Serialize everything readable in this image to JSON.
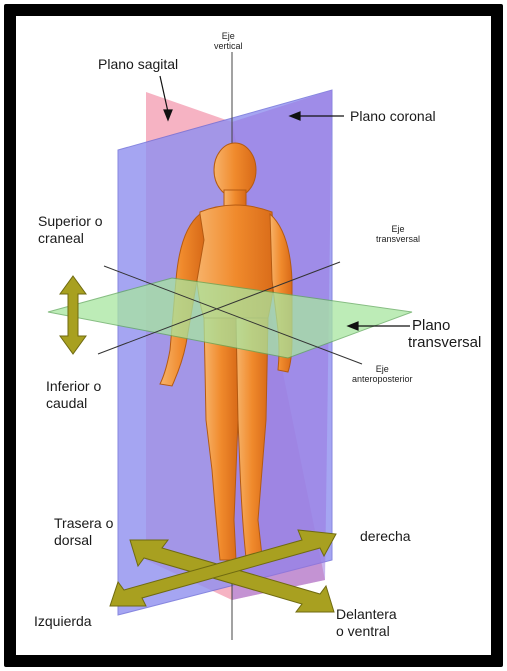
{
  "labels": {
    "eje_vertical": [
      "Eje",
      "vertical"
    ],
    "plano_sagital": "Plano sagital",
    "plano_coronal": "Plano coronal",
    "superior": [
      "Superior o",
      "craneal"
    ],
    "eje_transversal": [
      "Eje",
      "transversal"
    ],
    "plano_transversal": [
      "Plano",
      "transversal"
    ],
    "inferior": [
      "Inferior o",
      "caudal"
    ],
    "eje_anteroposterior": [
      "Eje",
      "anteroposterior"
    ],
    "trasera": [
      "Trasera o",
      "dorsal"
    ],
    "derecha": "derecha",
    "izquierda": "Izquierda",
    "delantera": [
      "Delantera",
      "o ventral"
    ]
  },
  "colors": {
    "sagittal_plane": "#f4a6b8",
    "coronal_plane": "#8f8ff0",
    "transverse_plane": "#a8e6a0",
    "figure_skin": "#f39a3c",
    "arrow_fill": "#a8a020"
  }
}
